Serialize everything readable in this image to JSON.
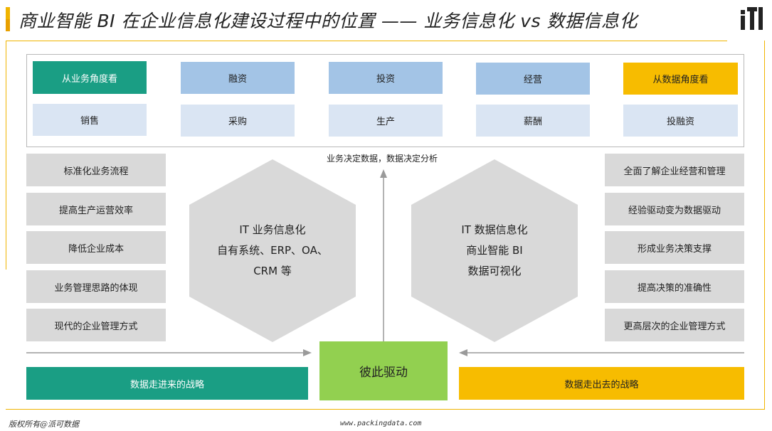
{
  "title": "商业智能 BI 在企业信息化建设过程中的位置  —— 业务信息化 vs 数据信息化",
  "top_grid": {
    "row1": [
      "从业务角度看",
      "融资",
      "投资",
      "经营",
      "从数据角度看"
    ],
    "row2": [
      "销售",
      "采购",
      "生产",
      "薪酬",
      "投融资"
    ]
  },
  "left_items": [
    "标准化业务流程",
    "提高生产运营效率",
    "降低企业成本",
    "业务管理思路的体现",
    "现代的企业管理方式"
  ],
  "right_items": [
    "全面了解企业经营和管理",
    "经验驱动变为数据驱动",
    "形成业务决策支撑",
    "提高决策的准确性",
    "更高层次的企业管理方式"
  ],
  "left_hex": [
    "IT 业务信息化",
    "自有系统、ERP、OA、",
    "CRM 等"
  ],
  "right_hex": [
    "IT 数据信息化",
    "商业智能 BI",
    "数据可视化"
  ],
  "center_caption": "业务决定数据，数据决定分析",
  "center_box": "彼此驱动",
  "bottom_left": "数据走进来的战略",
  "bottom_right": "数据走出去的战略",
  "footer": {
    "copyright": "版权所有@派可数据",
    "website": "www.packingdata.com"
  },
  "colors": {
    "accent_yellow": "#f7bc00",
    "teal": "#1a9e84",
    "blue": "#a3c4e6",
    "light_blue": "#dae5f3",
    "grey": "#d9d9d9",
    "green": "#92d050"
  },
  "icons": {
    "logo": "packingdata-logo-icon"
  }
}
